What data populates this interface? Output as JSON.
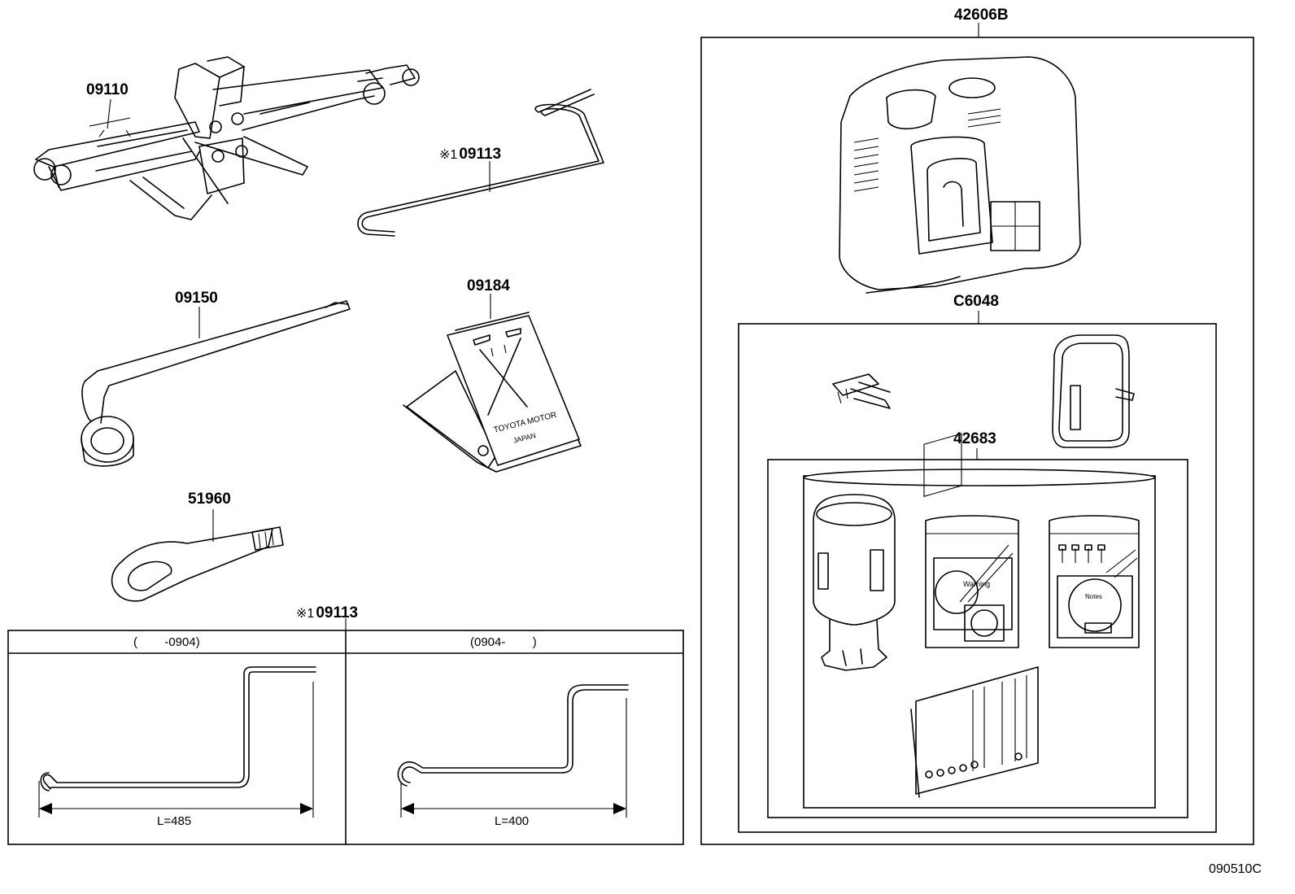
{
  "parts": {
    "jack": "09110",
    "jack_handle_ref_mark": "※1",
    "jack_handle": "09113",
    "wrench": "09150",
    "wheel_chock": "09184",
    "towing_eye": "51960",
    "compressor_kit": "42606B",
    "compressor_sub": "C6048",
    "sealant_kit": "42683"
  },
  "chock_text": {
    "line1": "TOYOTA MOTOR",
    "line2": "JAPAN"
  },
  "sealant_labels": {
    "warning": "Warning",
    "notes": "Notes"
  },
  "handle_table": {
    "title_mark": "※1",
    "title_part": "09113",
    "columns": [
      {
        "header": "(        -0904)",
        "length": "L=485"
      },
      {
        "header": "(0904-        )",
        "length": "L=400"
      }
    ]
  },
  "figure_ref": "090510C"
}
